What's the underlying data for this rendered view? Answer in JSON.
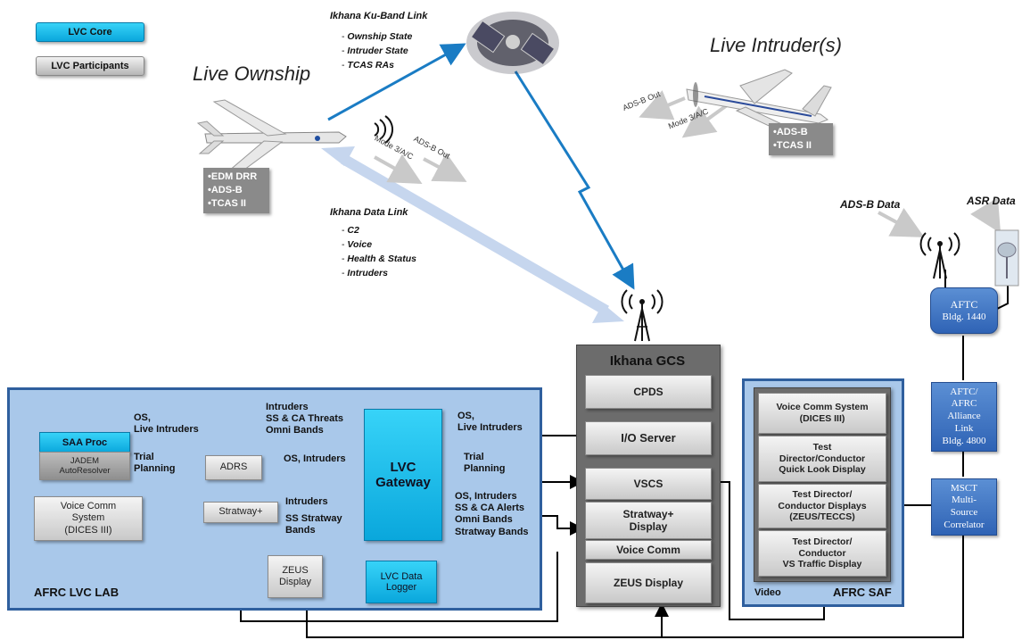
{
  "legend": {
    "core": "LVC Core",
    "participants": "LVC Participants"
  },
  "titles": {
    "live_ownship": "Live Ownship",
    "live_intruders": "Live Intruder(s)"
  },
  "ku_link": {
    "title": "Ikhana Ku-Band Link",
    "items": [
      "Ownship State",
      "Intruder State",
      "TCAS RAs"
    ]
  },
  "data_link": {
    "title": "Ikhana Data Link",
    "items": [
      "C2",
      "Voice",
      "Health & Status",
      "Intruders"
    ]
  },
  "ownship_caps": [
    "•EDM DRR",
    "•ADS-B",
    "•TCAS II"
  ],
  "intruder_caps": [
    "•ADS-B",
    "•TCAS II"
  ],
  "ownship_signals": [
    "Mode 3/A/C",
    "ADS-B Out"
  ],
  "intruder_signals": [
    "ADS-B Out",
    "Mode 3/A/C"
  ],
  "external": {
    "adsb_data": "ADS-B Data",
    "asr_data": "ASR Data"
  },
  "aftc": {
    "name": "AFTC",
    "bldg": "Bldg. 1440"
  },
  "alliance": {
    "lines": [
      "AFTC/",
      "AFRC",
      "Alliance",
      "Link",
      "Bldg. 4800"
    ]
  },
  "msct": {
    "lines": [
      "MSCT",
      "Multi-",
      "Source",
      "Correlator"
    ]
  },
  "gcs": {
    "title": "Ikhana  GCS",
    "cpds": "CPDS",
    "io_server": "I/O Server",
    "vscs": "VSCS",
    "stratway_display": [
      "Stratway+",
      "Display"
    ],
    "voice_comm": "Voice Comm",
    "zeus_display": "ZEUS Display"
  },
  "lab": {
    "label": "AFRC LVC LAB",
    "saa_proc": "SAA Proc",
    "jadem": [
      "JADEM",
      "AutoResolver"
    ],
    "voice_comm": [
      "Voice Comm",
      "System",
      "(DICES III)"
    ],
    "adrs": "ADRS",
    "stratway": "Stratway+",
    "zeus": [
      "ZEUS",
      "Display"
    ],
    "gateway": [
      "LVC",
      "Gateway"
    ],
    "logger": [
      "LVC Data",
      "Logger"
    ]
  },
  "lab_labels": {
    "os_live_intruders": [
      "OS,",
      "Live Intruders"
    ],
    "intruders_threats": [
      "Intruders",
      "SS & CA Threats",
      "Omni Bands"
    ],
    "trial_planning_left": [
      "Trial",
      "Planning"
    ],
    "os_intruders": "OS, Intruders",
    "intruders_ss": [
      "Intruders",
      "",
      "SS Stratway",
      "Bands"
    ]
  },
  "mid_labels": {
    "os_live_intruders": [
      "OS,",
      "Live Intruders"
    ],
    "trial_planning": [
      "Trial",
      "Planning"
    ],
    "alerts": [
      "OS, Intruders",
      "SS & CA  Alerts",
      "Omni Bands",
      "Stratway Bands"
    ]
  },
  "saf": {
    "label": "AFRC SAF",
    "video": "Video",
    "voice_comm": [
      "Voice Comm System",
      "(DICES III)"
    ],
    "quick_look": [
      "Test",
      "Director/Conductor",
      "Quick Look Display"
    ],
    "zeus_teccs": [
      "Test Director/",
      "Conductor Displays",
      "(ZEUS/TECCS)"
    ],
    "vs_traffic": [
      "Test Director/",
      "Conductor",
      "VS Traffic Display"
    ]
  }
}
